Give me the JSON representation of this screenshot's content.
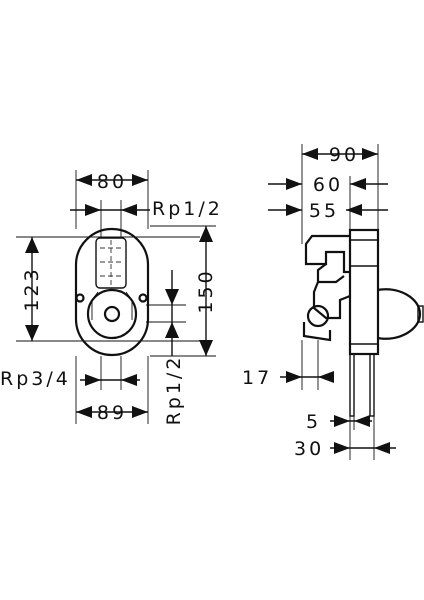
{
  "drawing": {
    "front_view": {
      "dim_width_top": "80",
      "dim_thread_top": "Rp1/2",
      "dim_height_left": "123",
      "dim_height_right": "150",
      "dim_thread_left": "Rp3/4",
      "dim_thread_vertical": "Rp1/2",
      "dim_width_bottom": "89"
    },
    "side_view": {
      "dim_depth_90": "90",
      "dim_depth_60": "60",
      "dim_depth_55": "55",
      "dim_offset_17": "17",
      "dim_pipe_5": "5",
      "dim_pipe_30": "30"
    }
  }
}
